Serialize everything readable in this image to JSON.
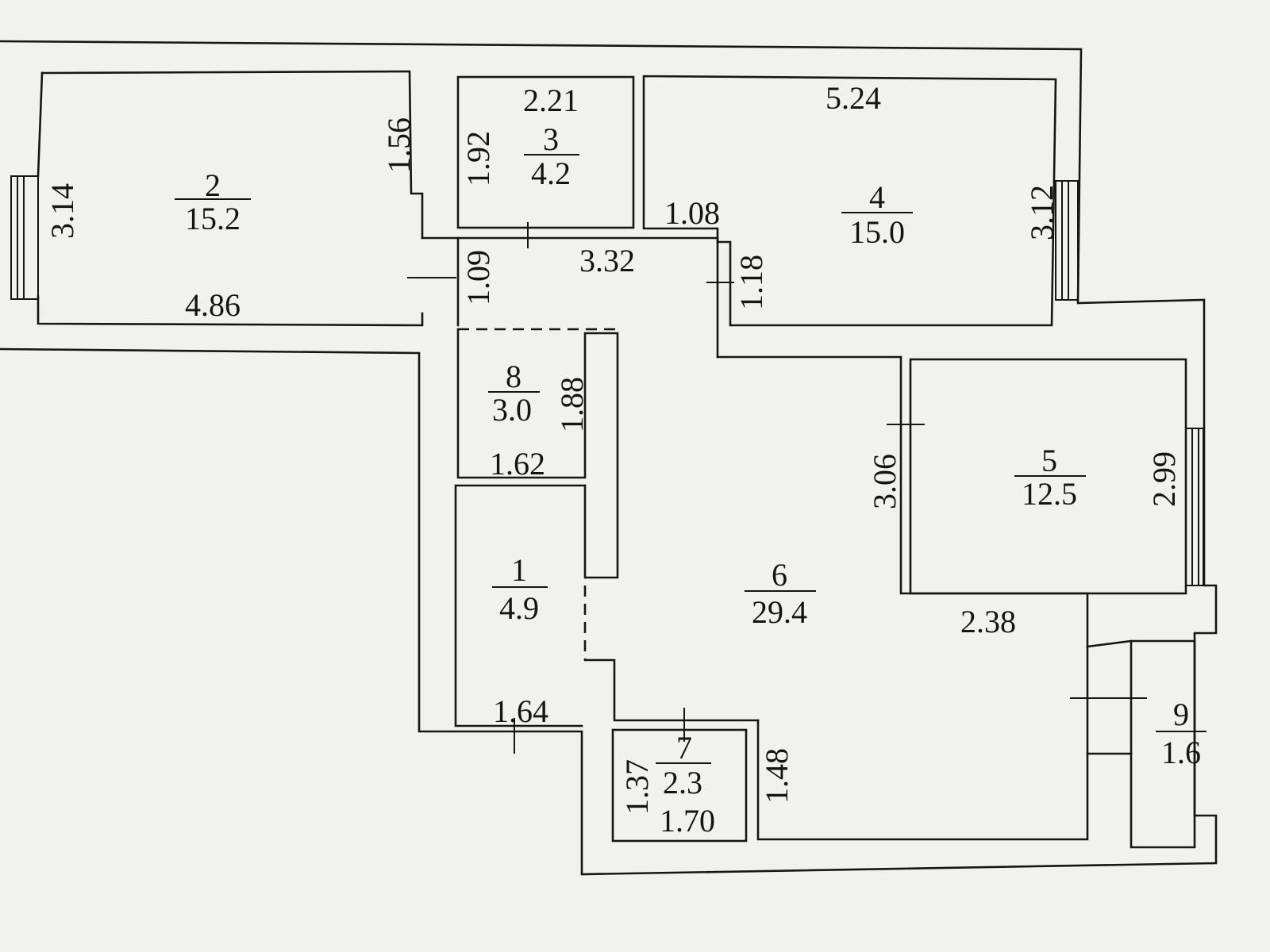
{
  "rooms": [
    {
      "number": "1",
      "area": "4.9"
    },
    {
      "number": "2",
      "area": "15.2"
    },
    {
      "number": "3",
      "area": "4.2"
    },
    {
      "number": "4",
      "area": "15.0"
    },
    {
      "number": "5",
      "area": "12.5"
    },
    {
      "number": "6",
      "area": "29.4"
    },
    {
      "number": "7",
      "area": "2.3"
    },
    {
      "number": "8",
      "area": "3.0"
    },
    {
      "number": "9",
      "area": "1.6"
    }
  ],
  "dimensions": {
    "room2_width": "4.86",
    "room2_height": "3.14",
    "room2_notch": "1.56",
    "room3_width": "2.21",
    "room3_height": "1.92",
    "room4_width": "5.24",
    "room4_height": "3.12",
    "room4_notch": "1.08",
    "corridor_width": "3.32",
    "corridor_left": "1.09",
    "corridor_right": "1.18",
    "room8_height": "1.88",
    "room8_width": "1.62",
    "room1_width": "1.64",
    "room5_height_left": "3.06",
    "room5_height_right": "2.99",
    "room6_width": "2.38",
    "room7_height_left": "1.37",
    "room7_height_right": "1.48",
    "room7_width": "1.70"
  }
}
